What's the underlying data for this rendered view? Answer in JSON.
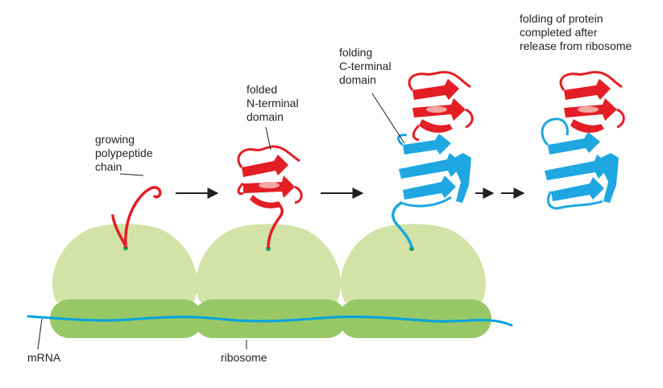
{
  "labels": {
    "growing": [
      "growing",
      "polypeptide",
      "chain"
    ],
    "folded": [
      "folded",
      "N-terminal",
      "domain"
    ],
    "folding": [
      "folding",
      "C-terminal",
      "domain"
    ],
    "completed": [
      "folding of protein",
      "completed after",
      "release from ribosome"
    ],
    "mrna": "mRNA",
    "ribosome": "ribosome"
  },
  "colors": {
    "ribosome_large": "#d3e3a7",
    "ribosome_small": "#98c765",
    "mrna": "#00a3e0",
    "n_domain": "#e31e24",
    "c_domain": "#1ea7e1",
    "arrow": "#231f20"
  }
}
